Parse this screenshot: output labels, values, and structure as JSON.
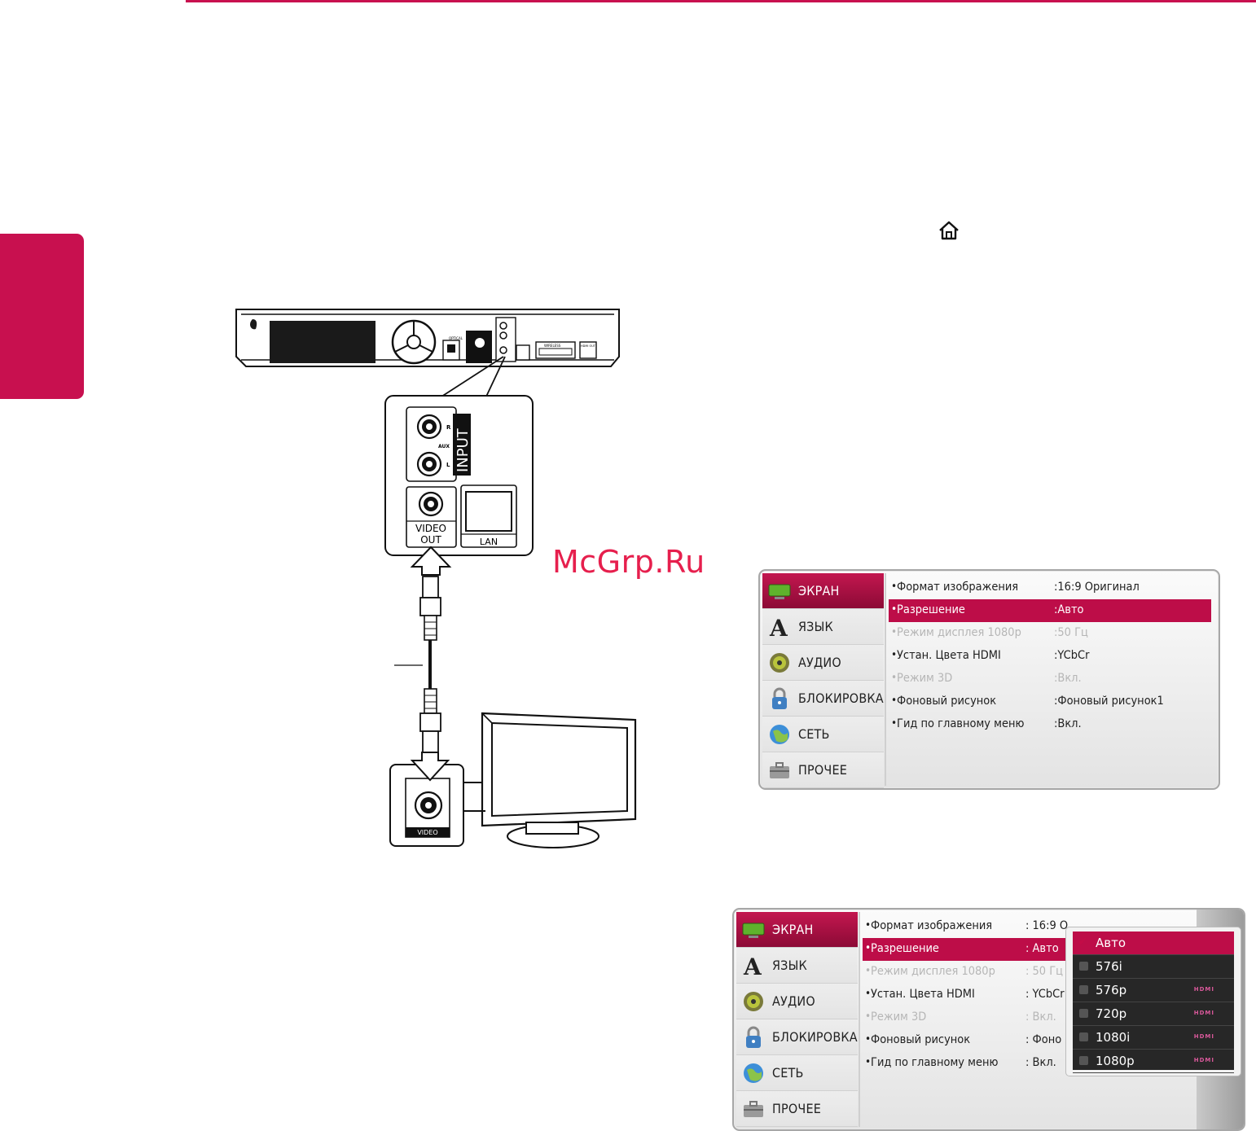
{
  "watermark": "McGrp.Ru",
  "diagram": {
    "input_label": "INPUT",
    "aux_r": "R",
    "aux_label": "AUX",
    "aux_l": "L",
    "video_out_line1": "VIDEO",
    "video_out_line2": "OUT",
    "lan_label": "LAN",
    "tv_video_label": "VIDEO",
    "rear_optical": "OPTICAL",
    "rear_wireless": "WIRELESS",
    "rear_hdmi": "HDMI OUT"
  },
  "menu1": {
    "categories": [
      "ЭКРАН",
      "ЯЗЫК",
      "АУДИО",
      "БЛОКИРОВКА",
      "СЕТЬ",
      "ПРОЧЕЕ"
    ],
    "rows": [
      {
        "label": "Формат изображения",
        "value": ":16:9 Оригинал"
      },
      {
        "label": "Разрешение",
        "value": ":Авто"
      },
      {
        "label": "Режим дисплея 1080p",
        "value": ":50 Гц"
      },
      {
        "label": "Устан. Цвета HDMI",
        "value": ":YCbCr"
      },
      {
        "label": "Режим 3D",
        "value": ":Вкл."
      },
      {
        "label": "Фоновый рисунок",
        "value": ":Фоновый рисунок1"
      },
      {
        "label": "Гид по главному меню",
        "value": ":Вкл."
      }
    ]
  },
  "menu2": {
    "categories": [
      "ЭКРАН",
      "ЯЗЫК",
      "АУДИО",
      "БЛОКИРОВКА",
      "СЕТЬ",
      "ПРОЧЕЕ"
    ],
    "rows": [
      {
        "label": "Формат изображения",
        "value": ": 16:9 О"
      },
      {
        "label": "Разрешение",
        "value": ": Авто"
      },
      {
        "label": "Режим дисплея 1080p",
        "value": ": 50 Гц"
      },
      {
        "label": "Устан. Цвета HDMI",
        "value": ": YCbCr"
      },
      {
        "label": "Режим 3D",
        "value": ": Вкл."
      },
      {
        "label": "Фоновый рисунок",
        "value": ": Фоно"
      },
      {
        "label": "Гид по главному меню",
        "value": ": Вкл."
      }
    ],
    "options": [
      {
        "label": "Авто",
        "badge": ""
      },
      {
        "label": "576i",
        "badge": ""
      },
      {
        "label": "576p",
        "badge": "HDMI"
      },
      {
        "label": "720p",
        "badge": "HDMI"
      },
      {
        "label": "1080i",
        "badge": "HDMI"
      },
      {
        "label": "1080p",
        "badge": "HDMI"
      }
    ]
  },
  "colors": {
    "accent": "#c8104f",
    "selection": "#bd0d48",
    "watermark": "#e61f4d"
  },
  "icons": [
    "home-icon",
    "screen-icon",
    "language-icon",
    "audio-icon",
    "lock-icon",
    "network-icon",
    "toolbox-icon",
    "check-icon"
  ]
}
